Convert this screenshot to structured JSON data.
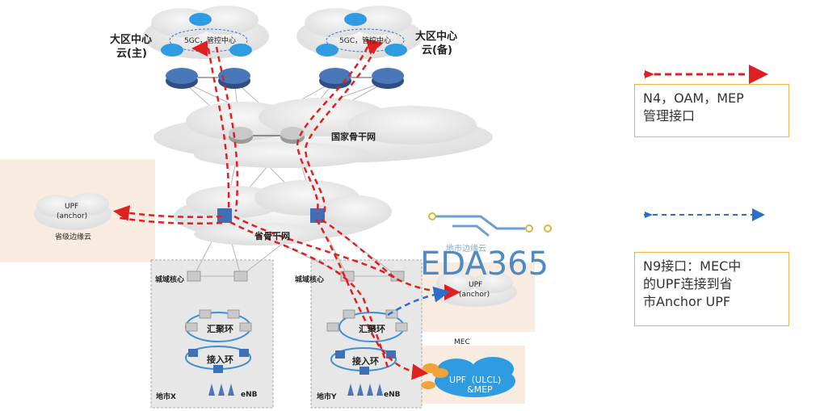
{
  "diagram": {
    "regional_cloud_primary": {
      "title_line1": "大区中心",
      "title_line2": "云(主)",
      "inner": "5GC，管控中心"
    },
    "regional_cloud_backup": {
      "title_line1": "大区中心",
      "title_line2": "云(备)",
      "inner": "5GC，管控中心"
    },
    "national_backbone": "国家骨干网",
    "provincial_backbone": "省骨干网",
    "upf_anchor_left": {
      "line1": "UPF",
      "line2": "(anchor)",
      "caption": "省级边缘云"
    },
    "upf_anchor_right": {
      "line1": "UPF",
      "line2": "(anchor)",
      "caption": "地市边缘云"
    },
    "city_x": {
      "core": "城域核心",
      "agg_ring": "汇聚环",
      "access_ring": "接入环",
      "city": "地市X",
      "enb": "eNB"
    },
    "city_y": {
      "core": "城域核心",
      "agg_ring": "汇聚环",
      "access_ring": "接入环",
      "city": "地市Y",
      "enb": "eNB"
    },
    "mec": {
      "label": "MEC",
      "line1": "UPF（ULCL)",
      "line2": "&MEP"
    }
  },
  "legend": {
    "red_line_text_line1": "N4，OAM，MEP",
    "red_line_text_line2": "管理接口",
    "blue_line_text_line1": "N9接口：MEC中",
    "blue_line_text_line2": "的UPF连接到省",
    "blue_line_text_line3": "市Anchor UPF",
    "red_color": "#e02020",
    "blue_color": "#2a6fc9"
  },
  "watermark": "EDA365"
}
